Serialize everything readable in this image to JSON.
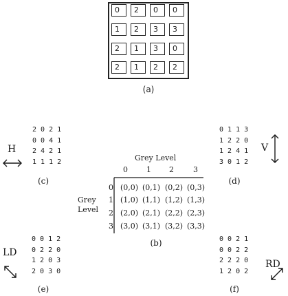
{
  "panel_a": {
    "grid": [
      [
        "0",
        "2",
        "0",
        "0"
      ],
      [
        "1",
        "2",
        "3",
        "3"
      ],
      [
        "2",
        "1",
        "3",
        "0"
      ],
      [
        "2",
        "1",
        "2",
        "2"
      ]
    ],
    "caption": "(a)"
  },
  "panel_b": {
    "col_title": "Grey Level",
    "row_title_1": "Grey",
    "row_title_2": "Level",
    "col_headers": [
      "0",
      "1",
      "2",
      "3"
    ],
    "row_headers": [
      "0",
      "1",
      "2",
      "3"
    ],
    "cells": [
      [
        "(0,0)",
        "(0,1)",
        "(0,2)",
        "(0,3)"
      ],
      [
        "(1,0)",
        "(1,1)",
        "(1,2)",
        "(1,3)"
      ],
      [
        "(2,0)",
        "(2,1)",
        "(2,2)",
        "(2,3)"
      ],
      [
        "(3,0)",
        "(3,1)",
        "(3,2)",
        "(3,3)"
      ]
    ],
    "caption": "(b)"
  },
  "panel_c": {
    "label": "H",
    "rows": [
      "2 0 2 1",
      "0 0 4 1",
      "2 4 2 1",
      "1 1 1 2"
    ],
    "caption": "(c)"
  },
  "panel_d": {
    "label": "V",
    "rows": [
      "0 1 1 3",
      "1 2 2 0",
      "1 2 4 1",
      "3 0 1 2"
    ],
    "caption": "(d)"
  },
  "panel_e": {
    "label": "LD",
    "rows": [
      "0 0 1 2",
      "0 2 2 0",
      "1 2 0 3",
      "2 0 3 0"
    ],
    "caption": "(e)"
  },
  "panel_f": {
    "label": "RD",
    "rows": [
      "0 0 2 1",
      "0 0 2 2",
      "2 2 2 0",
      "1 2 0 2"
    ],
    "caption": "(f)"
  },
  "icons": {
    "h_arrow": "double-arrow-horizontal",
    "v_arrow": "double-arrow-vertical",
    "ld_arrow": "double-arrow-diagonal-left",
    "rd_arrow": "double-arrow-diagonal-right"
  }
}
